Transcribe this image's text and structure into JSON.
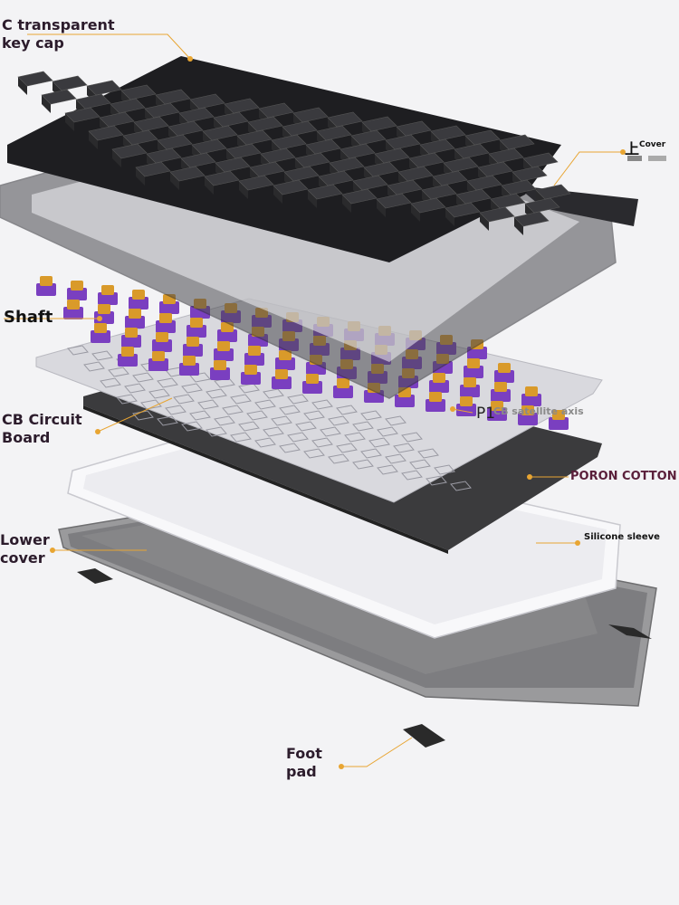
{
  "labels": {
    "keycap_line1": "C transparent",
    "keycap_line2": "key cap",
    "cover_glyph": "上",
    "cover_text": "Cover",
    "shaft": "Shaft",
    "pcb_line1": "CB Circuit",
    "pcb_line2": "Board",
    "p1_text": "P1",
    "satellite": "CB satellite axis",
    "poron": "PORON COTTON",
    "silicone": "Silicone sleeve",
    "lower_line1": "Lower",
    "lower_line2": "cover",
    "foot_line1": "Foot",
    "foot_line2": "pad"
  },
  "colors": {
    "leader": "#e8a532",
    "label_text": "#2c1c2c",
    "switch_housing": "#7a3fc0",
    "switch_stem": "#d99a2a",
    "keycap": "#2a2a2c",
    "plate": "#dcdce0",
    "pcb": "#3a3a3a",
    "silicone": "#f6f6f8",
    "lower_case": "#777777"
  }
}
